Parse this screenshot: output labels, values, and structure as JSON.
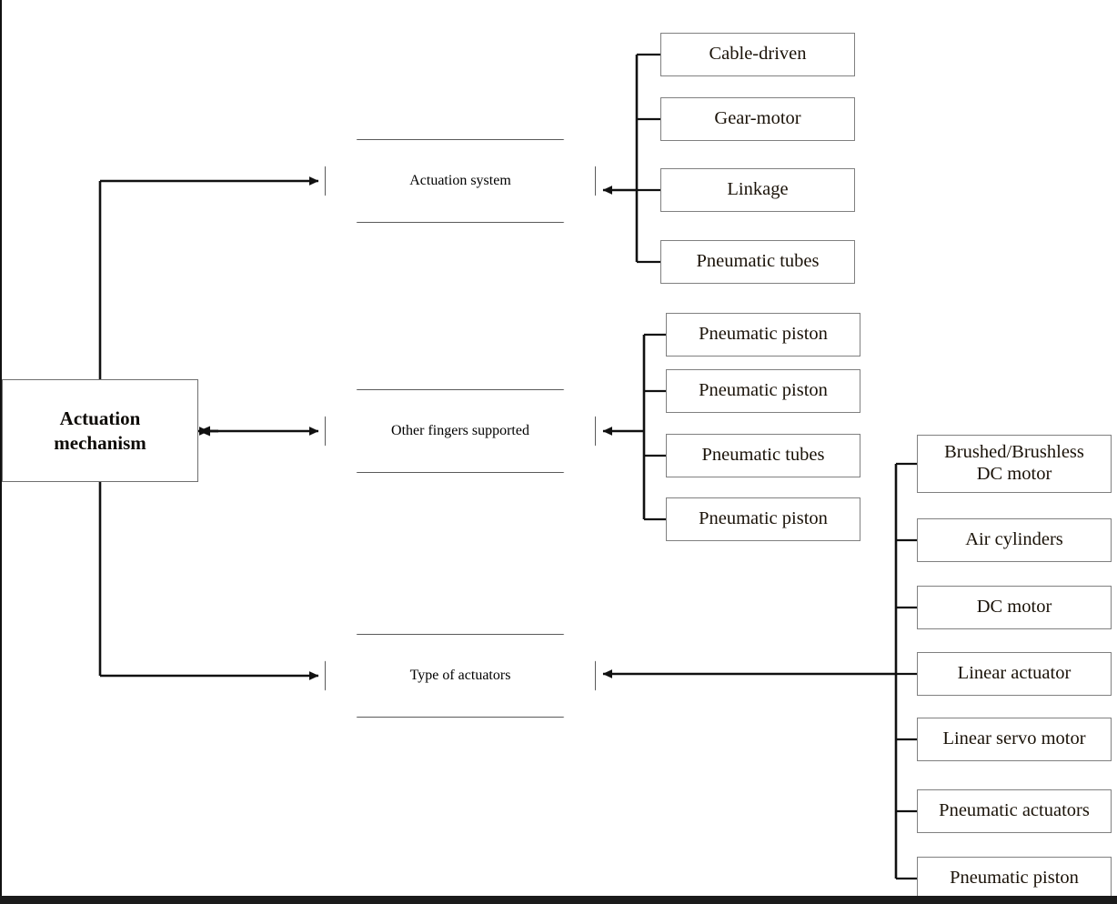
{
  "diagram": {
    "type": "tree",
    "title": "Actuation mechanism taxonomy",
    "root": {
      "label": "Actuation\nmechanism",
      "line1": "Actuation",
      "line2": "mechanism"
    },
    "branches": [
      {
        "id": "actuation-system",
        "label": "Actuation system",
        "leaves": [
          {
            "label": "Cable-driven"
          },
          {
            "label": "Gear-motor"
          },
          {
            "label": "Linkage"
          },
          {
            "label": "Pneumatic tubes"
          }
        ]
      },
      {
        "id": "other-fingers-supported",
        "label": "Other fingers supported",
        "leaves": [
          {
            "label": "Pneumatic piston"
          },
          {
            "label": "Pneumatic piston"
          },
          {
            "label": "Pneumatic tubes"
          },
          {
            "label": "Pneumatic piston"
          }
        ]
      },
      {
        "id": "type-of-actuators",
        "label": "Type of actuators",
        "leaves": [
          {
            "label": "Brushed/Brushless DC motor",
            "line1": "Brushed/Brushless",
            "line2": "DC motor"
          },
          {
            "label": "Air cylinders"
          },
          {
            "label": "DC motor"
          },
          {
            "label": "Linear actuator"
          },
          {
            "label": "Linear servo motor"
          },
          {
            "label": "Pneumatic actuators"
          },
          {
            "label": "Pneumatic piston"
          }
        ]
      }
    ],
    "colors": {
      "line": "#111111",
      "box_border": "#808080",
      "text": "#1a1208",
      "background": "#ffffff"
    }
  }
}
